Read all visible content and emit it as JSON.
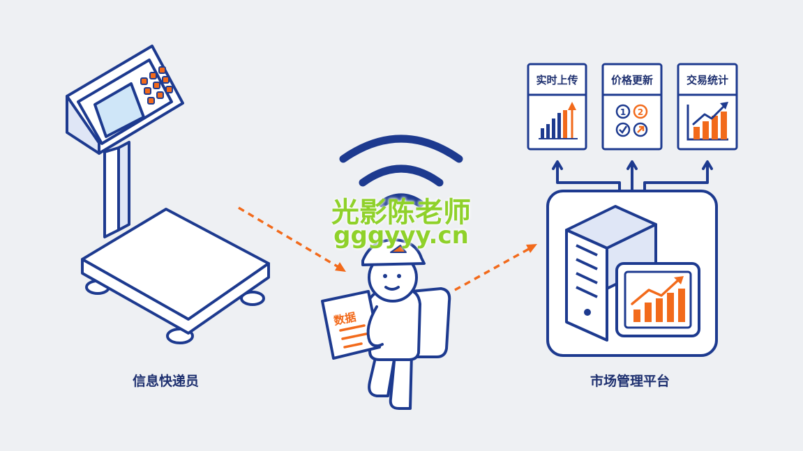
{
  "labels": {
    "courier": "信息快递员",
    "platform": "市场管理平台",
    "document": "数据"
  },
  "cards": [
    {
      "label": "实时上传",
      "icon": "bar-chart-up-arrow-icon"
    },
    {
      "label": "价格更新",
      "icon": "numbered-steps-icon"
    },
    {
      "label": "交易统计",
      "icon": "bar-chart-trend-icon"
    }
  ],
  "watermark": {
    "line1": "光影陈老师",
    "line2": "gggyyy.cn"
  },
  "colors": {
    "navy": "#1d3a8f",
    "orange": "#f26a1b",
    "background": "#eef0f3",
    "watermark": "#8fd12a"
  }
}
